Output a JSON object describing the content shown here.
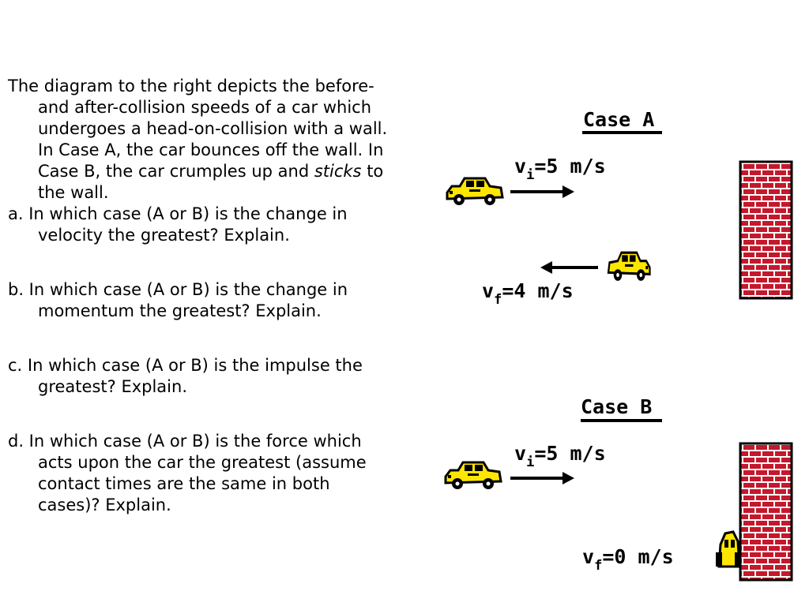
{
  "intro": {
    "part1": "The diagram to the right depicts the before- and after-collision speeds of a car which undergoes a head-on-collision with a wall. In Case A, the car bounces off the wall. In Case B, the car crumples up and ",
    "emph": "sticks",
    "part2": " to the wall."
  },
  "questions": [
    "a. In which case (A or B) is the change in velocity the greatest? Explain.",
    "b. In which case (A or B) is the change in momentum the greatest? Explain.",
    "c. In which case (A or B) is the impulse the greatest? Explain.",
    "d. In which case (A or B) is the force which acts upon the car the greatest (assume contact times are the same in both cases)? Explain."
  ],
  "caseA": {
    "title": "Case A",
    "vi_symbol": "v",
    "vi_sub": "i",
    "vi_value": "=5 m/s",
    "vf_symbol": "v",
    "vf_sub": "f",
    "vf_value": "=4 m/s"
  },
  "caseB": {
    "title": "Case B",
    "vi_symbol": "v",
    "vi_sub": "i",
    "vi_value": "=5 m/s",
    "vf_symbol": "v",
    "vf_sub": "f",
    "vf_value": "=0 m/s"
  },
  "colors": {
    "brick": "#c4182c",
    "mortar": "#ffffff",
    "car_body": "#ffe600",
    "outline": "#000000"
  }
}
